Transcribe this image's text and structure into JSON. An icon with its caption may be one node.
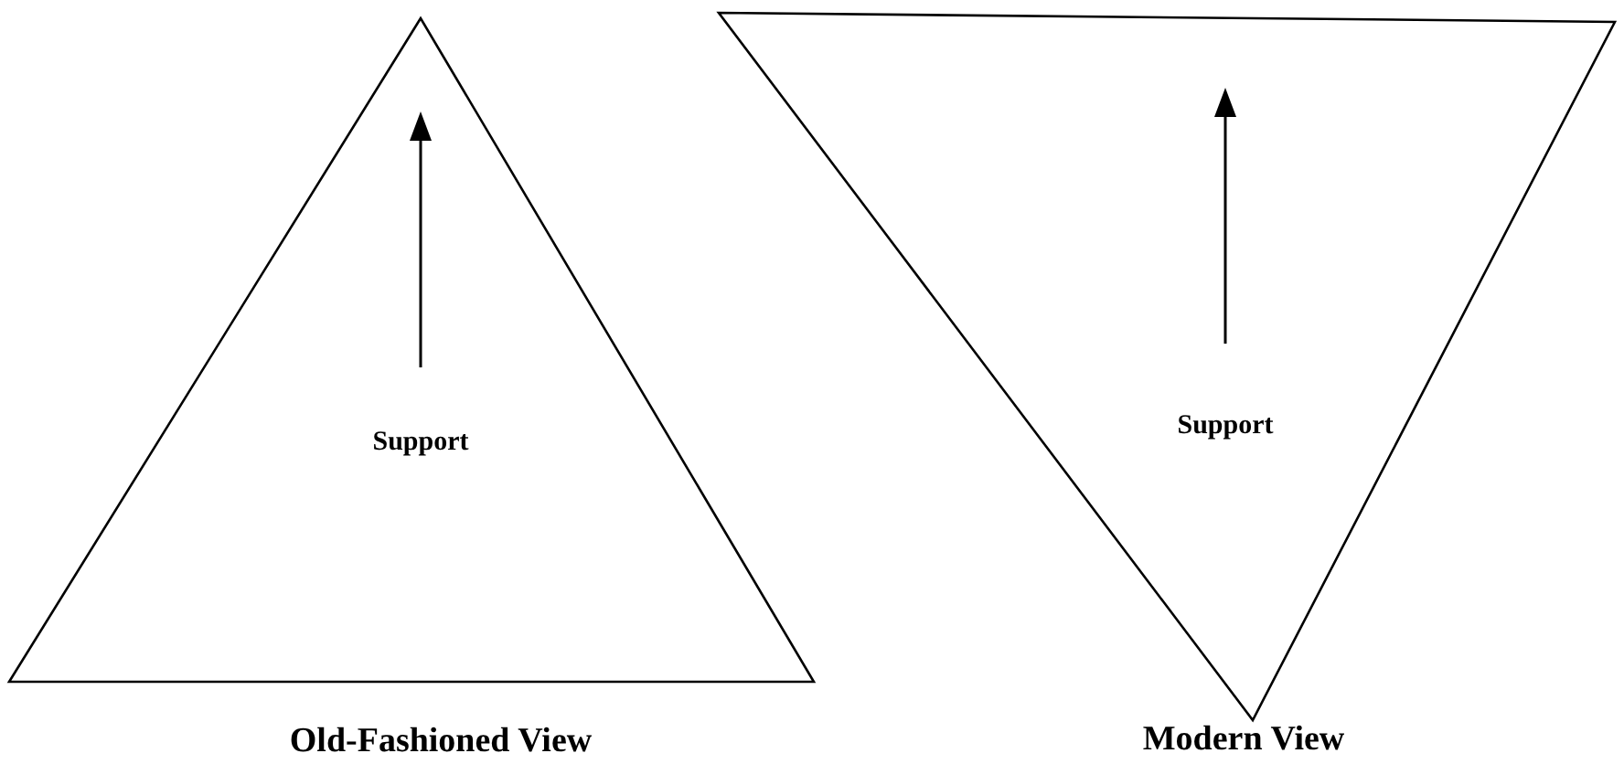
{
  "diagram": {
    "nodes": [
      {
        "text": [
          "Support"
        ],
        "beside": [
          "Old-Fashioned View"
        ]
      },
      {
        "text": [
          "Support"
        ],
        "beside": [
          "Modern View"
        ]
      }
    ]
  }
}
